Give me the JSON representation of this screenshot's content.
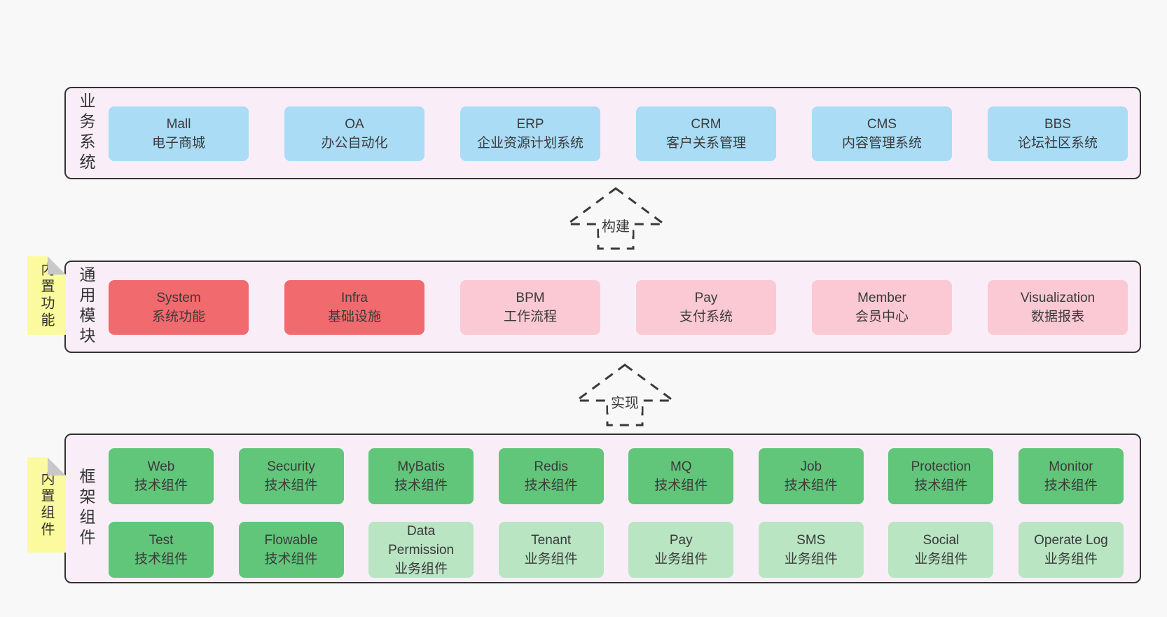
{
  "colors": {
    "pageBg": "#f8f8f8",
    "containerBg": "#f9eef8",
    "border": "#333333",
    "text": "#3a3a3a",
    "blue": "#aadcf6",
    "red": "#f16a6e",
    "pink": "#fbc9d3",
    "green": "#61c57a",
    "lightGreen": "#b9e5c3",
    "yellow": "#fbfa9e",
    "fold": "#c8c8c8"
  },
  "arrows": [
    {
      "label": "构建"
    },
    {
      "label": "实现"
    }
  ],
  "business": {
    "label": "业务系统",
    "items": [
      {
        "name": "Mall",
        "desc": "电子商城"
      },
      {
        "name": "OA",
        "desc": "办公自动化"
      },
      {
        "name": "ERP",
        "desc": "企业资源计划系统"
      },
      {
        "name": "CRM",
        "desc": "客户关系管理"
      },
      {
        "name": "CMS",
        "desc": "内容管理系统"
      },
      {
        "name": "BBS",
        "desc": "论坛社区系统"
      }
    ]
  },
  "modules": {
    "label": "通用模块",
    "note": "内置功能",
    "items": [
      {
        "name": "System",
        "desc": "系统功能"
      },
      {
        "name": "Infra",
        "desc": "基础设施"
      },
      {
        "name": "BPM",
        "desc": "工作流程"
      },
      {
        "name": "Pay",
        "desc": "支付系统"
      },
      {
        "name": "Member",
        "desc": "会员中心"
      },
      {
        "name": "Visualization",
        "desc": "数据报表"
      }
    ]
  },
  "components": {
    "label": "框架组件",
    "note": "内置组件",
    "row1": [
      {
        "name": "Web",
        "desc": "技术组件"
      },
      {
        "name": "Security",
        "desc": "技术组件"
      },
      {
        "name": "MyBatis",
        "desc": "技术组件"
      },
      {
        "name": "Redis",
        "desc": "技术组件"
      },
      {
        "name": "MQ",
        "desc": "技术组件"
      },
      {
        "name": "Job",
        "desc": "技术组件"
      },
      {
        "name": "Protection",
        "desc": "技术组件"
      },
      {
        "name": "Monitor",
        "desc": "技术组件"
      }
    ],
    "row2": [
      {
        "name": "Test",
        "desc": "技术组件"
      },
      {
        "name": "Flowable",
        "desc": "技术组件"
      },
      {
        "name": "Data Permission",
        "desc": "业务组件"
      },
      {
        "name": "Tenant",
        "desc": "业务组件"
      },
      {
        "name": "Pay",
        "desc": "业务组件"
      },
      {
        "name": "SMS",
        "desc": "业务组件"
      },
      {
        "name": "Social",
        "desc": "业务组件"
      },
      {
        "name": "Operate Log",
        "desc": "业务组件"
      }
    ]
  }
}
